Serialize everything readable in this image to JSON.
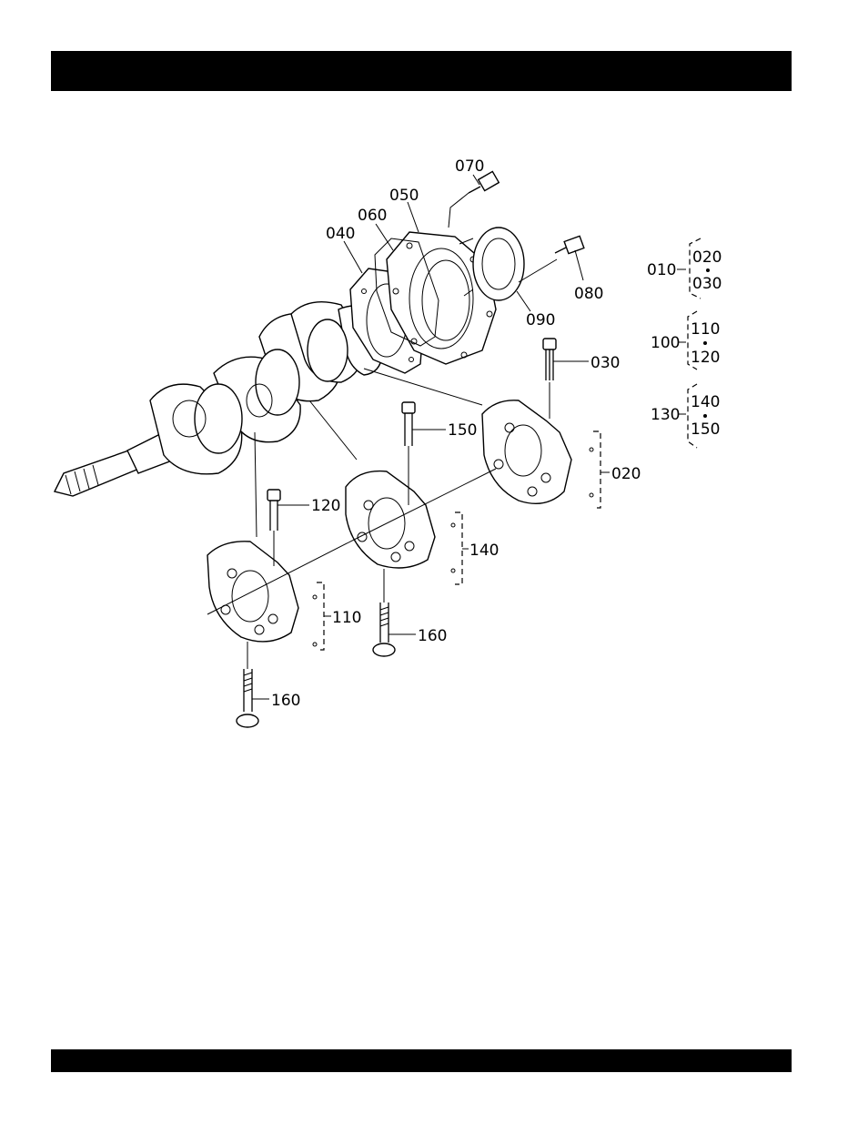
{
  "header_bar": "",
  "footer_bar": "",
  "callouts": {
    "c070": "070",
    "c050": "050",
    "c060": "060",
    "c040": "040",
    "c080": "080",
    "c090": "090",
    "c030": "030",
    "c150": "150",
    "c020": "020",
    "c120": "120",
    "c140": "140",
    "c110": "110",
    "c160a": "160",
    "c160b": "160"
  },
  "assembly_keys": [
    {
      "parent": "010",
      "children": [
        "020",
        "030"
      ]
    },
    {
      "parent": "100",
      "children": [
        "110",
        "120"
      ]
    },
    {
      "parent": "130",
      "children": [
        "140",
        "150"
      ]
    }
  ]
}
